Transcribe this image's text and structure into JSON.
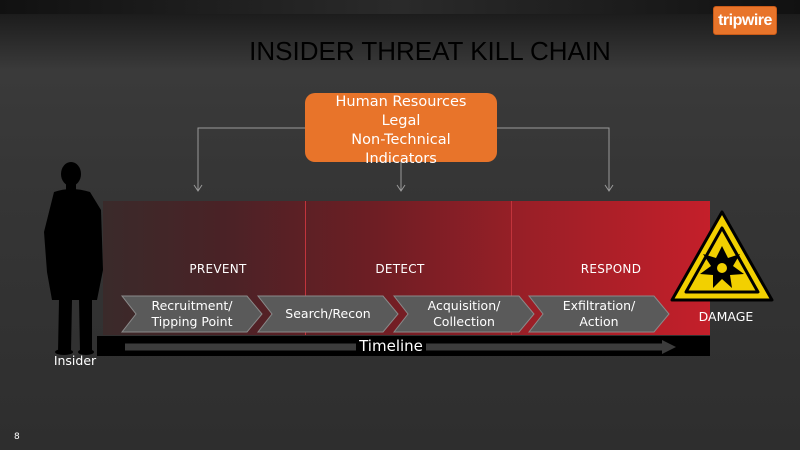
{
  "brand": {
    "logo_text": "tripwire",
    "color": "#e8742a"
  },
  "slide": {
    "title": "INSIDER THREAT KILL CHAIN",
    "page_number": "8"
  },
  "info_box": {
    "lines": [
      "Human Resources",
      "Legal",
      "Non-Technical",
      "Indicators"
    ]
  },
  "phases": [
    "PREVENT",
    "DETECT",
    "RESPOND"
  ],
  "steps": [
    {
      "line1": "Recruitment/",
      "line2": "Tipping Point"
    },
    {
      "line1": "Search/Recon",
      "line2": ""
    },
    {
      "line1": "Acquisition/",
      "line2": "Collection"
    },
    {
      "line1": "Exfiltration/",
      "line2": "Action"
    }
  ],
  "timeline": {
    "label": "Timeline"
  },
  "actor": {
    "label": "Insider",
    "icon": "person-silhouette-icon"
  },
  "outcome": {
    "label": "DAMAGE",
    "icon": "explosion-warning-icon"
  },
  "colors": {
    "band_start": "#3a2a2a",
    "band_end": "#c41f2a",
    "step_fill": "#5a5a5a",
    "accent": "#e8742a"
  }
}
